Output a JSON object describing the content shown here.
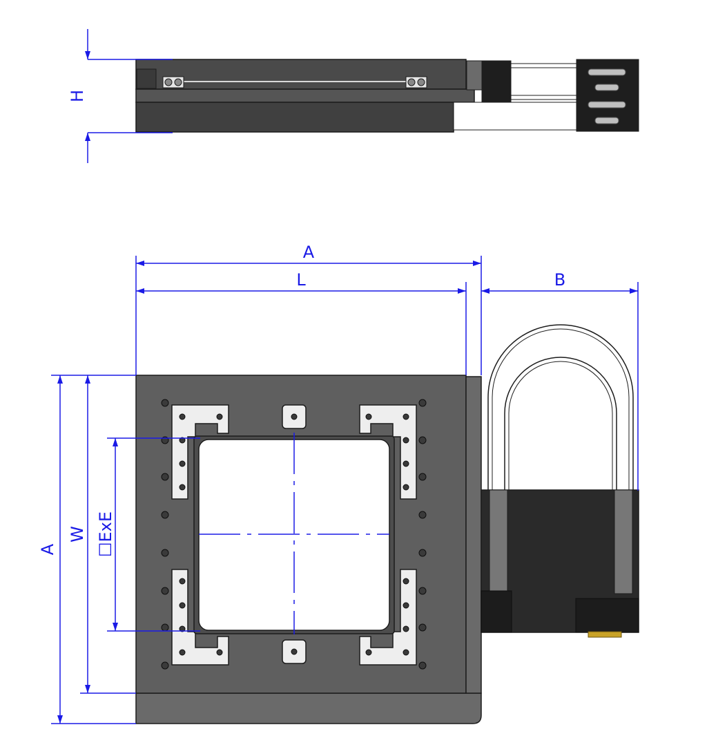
{
  "labels": {
    "height": "H",
    "overall": "A",
    "length": "L",
    "cable_extension": "B",
    "overall_depth": "A",
    "width": "W",
    "aperture": "☐ExE"
  },
  "colors": {
    "dimension": "#1a1ae6",
    "stage_body": "#5f5f5f",
    "stage_dark": "#2a2a2a",
    "outline": "#1c1c1c",
    "clamp_plate": "#eeeeee",
    "aperture_fill": "#ffffff",
    "connector": "#c9a227"
  }
}
